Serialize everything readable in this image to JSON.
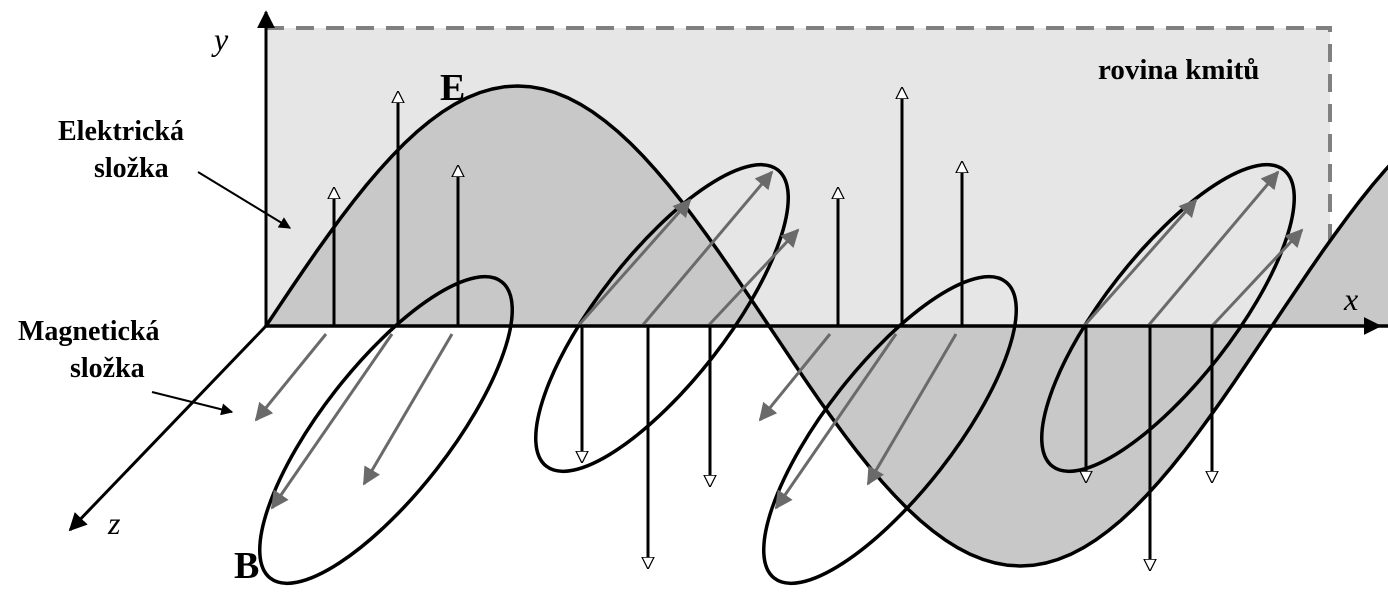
{
  "labels": {
    "plane": "rovina kmitů",
    "e_vector": "E",
    "b_vector": "B",
    "electric_line1": "Elektrická",
    "electric_line2": "složka",
    "magnetic_line1": "Magnetická",
    "magnetic_line2": "složka",
    "axis_x": "x",
    "axis_y": "y",
    "axis_z": "z"
  },
  "colors": {
    "plane_fill": "#e6e6e6",
    "plane_border": "#808080",
    "electric_fill": "#c8c8c8",
    "magnetic_arrow": "#6a6a6a",
    "outline": "#000000"
  }
}
